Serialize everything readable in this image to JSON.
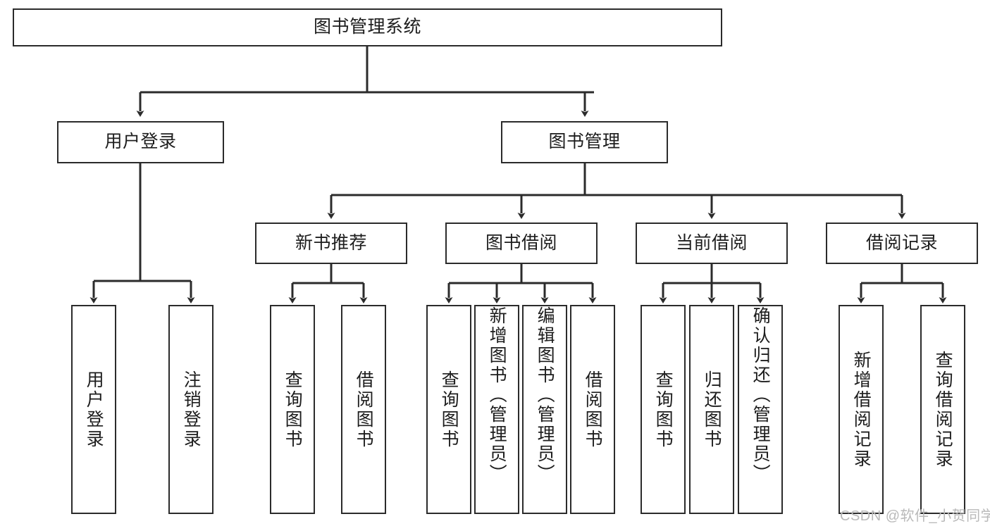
{
  "diagram": {
    "type": "tree-hierarchy",
    "title": "图书管理系统",
    "colors": {
      "box_border": "#2b2b2b",
      "box_fill": "#ffffff",
      "connector": "#2b2b2b",
      "text": "#1d1d1d",
      "watermark": "#b9b9b9"
    },
    "root": {
      "label": "图书管理系统"
    },
    "level2": [
      {
        "label": "用户登录"
      },
      {
        "label": "图书管理"
      }
    ],
    "level3": [
      {
        "label": "新书推荐"
      },
      {
        "label": "图书借阅"
      },
      {
        "label": "当前借阅"
      },
      {
        "label": "借阅记录"
      }
    ],
    "leaves": {
      "user_login": [
        {
          "label": "用户登录"
        },
        {
          "label": "注销登录"
        }
      ],
      "new_book_recommend": [
        {
          "label": "查询图书"
        },
        {
          "label": "借阅图书"
        }
      ],
      "book_borrow": [
        {
          "label": "查询图书"
        },
        {
          "label": "新增图书（管理员）"
        },
        {
          "label": "编辑图书（管理员）"
        },
        {
          "label": "借阅图书"
        }
      ],
      "current_borrow": [
        {
          "label": "查询图书"
        },
        {
          "label": "归还图书"
        },
        {
          "label": "确认归还（管理员）"
        }
      ],
      "borrow_record": [
        {
          "label": "新增借阅记录"
        },
        {
          "label": "查询借阅记录"
        }
      ]
    }
  },
  "watermark": {
    "text": "CSDN @软件_小贺同学"
  }
}
